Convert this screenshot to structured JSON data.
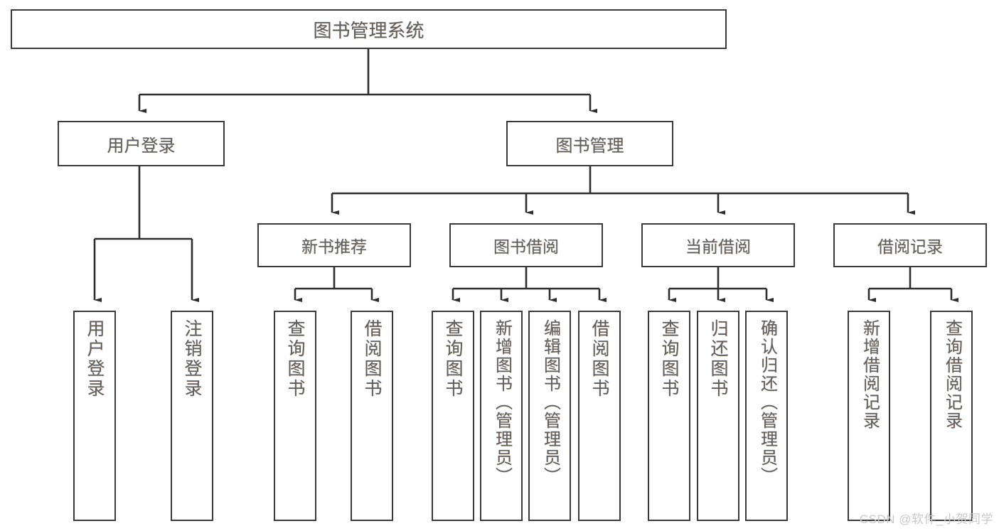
{
  "diagram": {
    "title": "图书管理系统",
    "type": "tree",
    "root": {
      "label": "图书管理系统"
    },
    "level2": [
      {
        "label": "用户登录"
      },
      {
        "label": "图书管理"
      }
    ],
    "level3": [
      {
        "label": "新书推荐"
      },
      {
        "label": "图书借阅"
      },
      {
        "label": "当前借阅"
      },
      {
        "label": "借阅记录"
      }
    ],
    "leaves": [
      {
        "label": "用户登录"
      },
      {
        "label": "注销登录"
      },
      {
        "label": "查询图书"
      },
      {
        "label": "借阅图书"
      },
      {
        "label": "查询图书"
      },
      {
        "label": "新增图书（管理员）"
      },
      {
        "label": "编辑图书（管理员）"
      },
      {
        "label": "借阅图书"
      },
      {
        "label": "查询图书"
      },
      {
        "label": "归还图书"
      },
      {
        "label": "确认归还（管理员）"
      },
      {
        "label": "新增借阅记录"
      },
      {
        "label": "查询借阅记录"
      }
    ]
  },
  "watermark": {
    "text": "CSDN @软件_小贺同学"
  },
  "colors": {
    "box_border": "#3a3a3a",
    "box_fill": "#ffffff",
    "text": "#5f5f5f",
    "line": "#2e2e2e",
    "watermark": "#c9c9c9",
    "background": "#ffffff"
  }
}
